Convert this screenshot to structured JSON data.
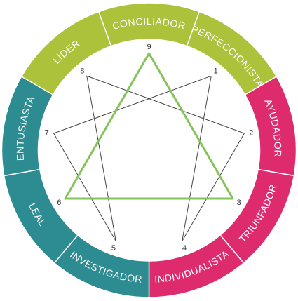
{
  "colors": {
    "green": "#abc23a",
    "pink": "#dd2b6e",
    "teal": "#2c8c91",
    "triangle": "#86c35a",
    "hexad": "#444444",
    "divider": "#ffffff"
  },
  "segments": [
    {
      "label": "CONCILIADOR",
      "color_key": "green"
    },
    {
      "label": "PERFECCIONISTA",
      "color_key": "green"
    },
    {
      "label": "AYUDADOR",
      "color_key": "pink"
    },
    {
      "label": "TRIUNFADOR",
      "color_key": "pink"
    },
    {
      "label": "INDIVIDUALISTA",
      "color_key": "pink"
    },
    {
      "label": "INVESTIGADOR",
      "color_key": "teal"
    },
    {
      "label": "LEAL",
      "color_key": "teal"
    },
    {
      "label": "ENTUSIASTA",
      "color_key": "teal"
    },
    {
      "label": "LÍDER",
      "color_key": "green"
    }
  ],
  "points": [
    {
      "label": "1"
    },
    {
      "label": "2"
    },
    {
      "label": "3"
    },
    {
      "label": "4"
    },
    {
      "label": "5"
    },
    {
      "label": "6"
    },
    {
      "label": "7"
    },
    {
      "label": "8"
    },
    {
      "label": "9"
    }
  ],
  "triangle": [
    "9",
    "3",
    "6"
  ],
  "hexad": [
    "1",
    "4",
    "2",
    "8",
    "5",
    "7",
    "1"
  ]
}
